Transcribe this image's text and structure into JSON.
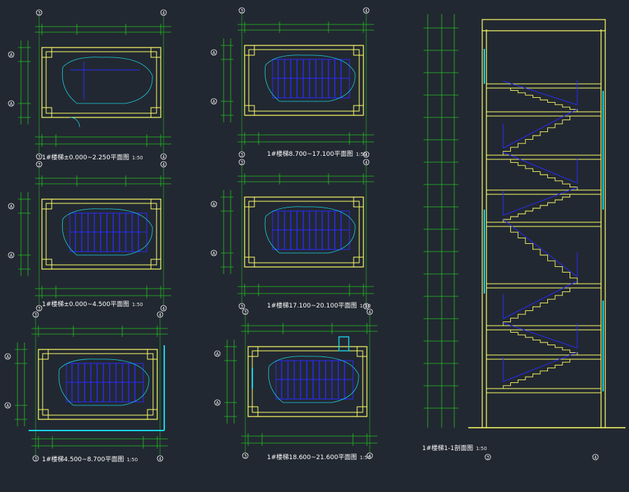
{
  "drawing": {
    "background": "#222831",
    "colors": {
      "wall": "#ffff66",
      "dim": "#22c522",
      "stair": "#2a2aff",
      "glass": "#19d3e8",
      "text": "#ffffff",
      "marker": "#ffffff"
    }
  },
  "plans": [
    {
      "id": "p1",
      "title": "1#楼梯±0.000~2.250平面图",
      "scale": "1:50"
    },
    {
      "id": "p2",
      "title": "1#楼梯8.700~17.100平面图",
      "scale": "1:50"
    },
    {
      "id": "p3",
      "title": "1#楼梯±0.000~4.500平面图",
      "scale": "1:50"
    },
    {
      "id": "p4",
      "title": "1#楼梯17.100~20.100平面图",
      "scale": "1:50"
    },
    {
      "id": "p5",
      "title": "1#楼梯4.500~8.700平面图",
      "scale": "1:50"
    },
    {
      "id": "p6",
      "title": "1#楼梯18.600~21.600平面图",
      "scale": "1:50"
    }
  ],
  "section": {
    "title": "1#楼梯1-1剖面图",
    "scale": "1:50"
  },
  "axis_labels": {
    "left": "3",
    "right": "4",
    "bottom_row": "A",
    "top_row": "A"
  }
}
